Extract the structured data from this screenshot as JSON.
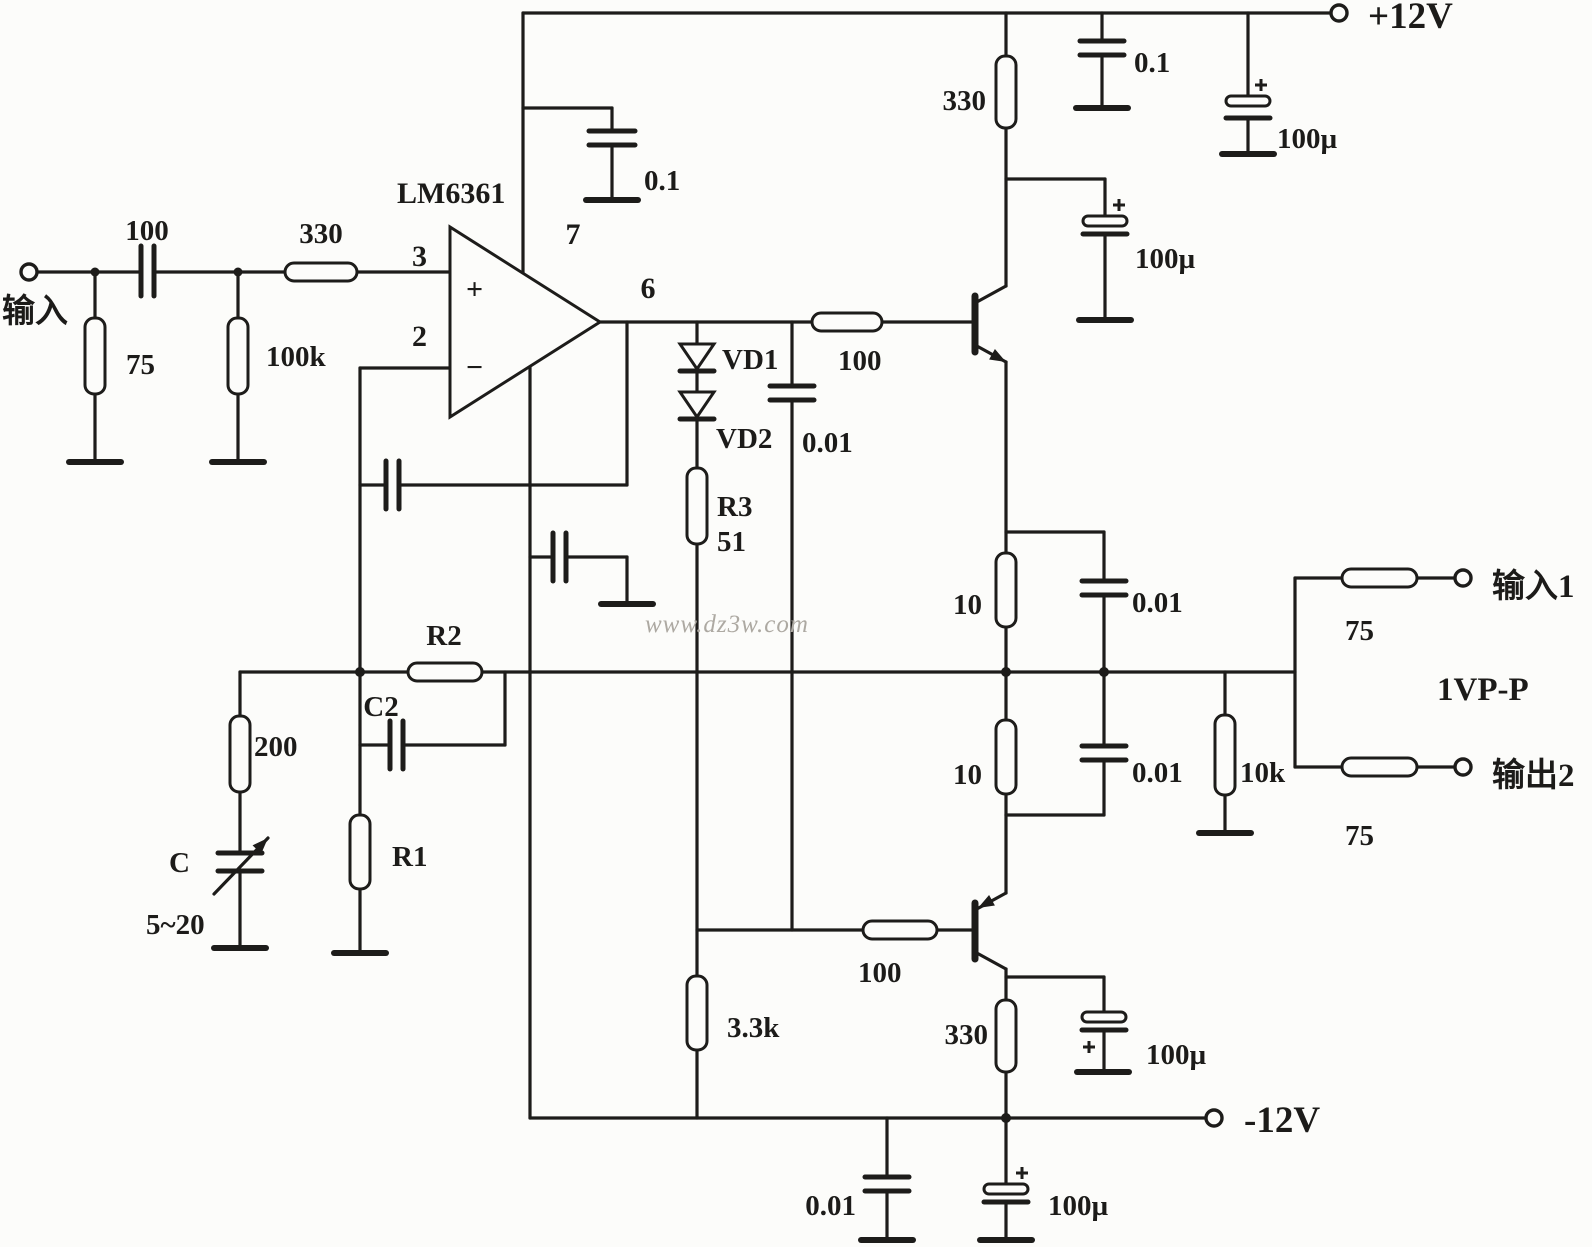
{
  "schematic": {
    "watermark": "www.dz3w.com",
    "terminals": {
      "input": "输入",
      "vcc": "+12V",
      "vee": "-12V",
      "out1": "输入1",
      "out2": "输出2",
      "level": "1VP-P"
    },
    "opamp": {
      "part": "LM6361",
      "plus": "+",
      "minus": "−",
      "pin2": "2",
      "pin3": "3",
      "pin6": "6",
      "pin7": "7"
    },
    "labels": {
      "input_cap": "100",
      "input_r75": "75",
      "input_r100k": "100k",
      "input_r330": "330",
      "cap_01_pin7": "0.1",
      "r2": "R2",
      "c2": "C2",
      "r1": "R1",
      "r200": "200",
      "varcap_c": "C",
      "varcap_range": "5~20",
      "vd1": "VD1",
      "vd2": "VD2",
      "r3": "R3",
      "r3_val": "51",
      "c_couple": "0.01",
      "r_33k": "3.3k",
      "r_base_upper": "100",
      "r_base_lower": "100",
      "r330_upper": "330",
      "r330_lower": "330",
      "cap_01_top": "0.1",
      "cap_100u_top": "100µ",
      "cap_100u_col_upper": "100µ",
      "cap_100u_col_lower": "100µ",
      "r10_upper": "10",
      "r10_lower": "10",
      "c_001_upper": "0.01",
      "c_001_lower": "0.01",
      "r_10k": "10k",
      "r75_out1": "75",
      "r75_out2": "75",
      "c_001_bottom": "0.01",
      "c_100u_bottom": "100µ"
    }
  }
}
